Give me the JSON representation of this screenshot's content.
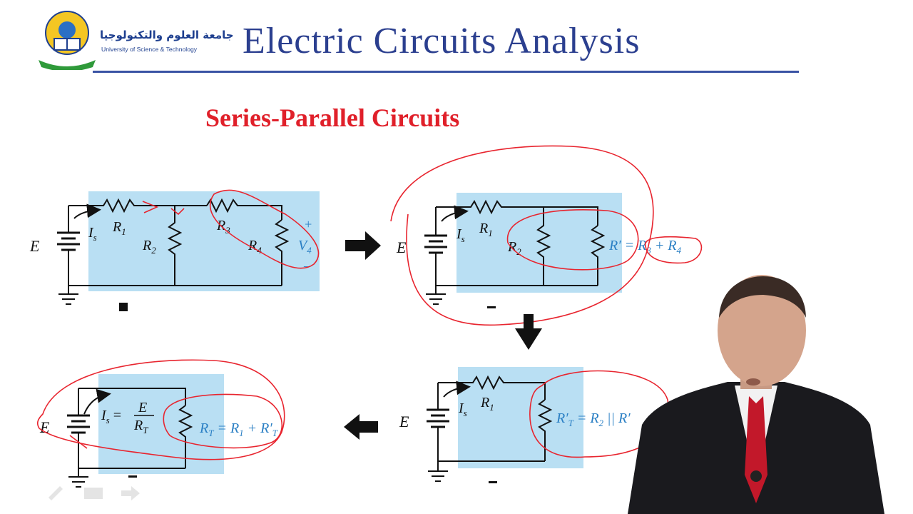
{
  "slide": {
    "title": "Electric Circuits Analysis",
    "subtitle": "Series-Parallel Circuits"
  },
  "university": {
    "name_ar": "جامعة العلوم والتكنولوجيا",
    "name_en": "University of Science & Technology"
  },
  "circuit1": {
    "E": "E",
    "Is": "I",
    "Is_sub": "s",
    "R1": "R",
    "R1_sub": "1",
    "R2": "R",
    "R2_sub": "2",
    "R3": "R",
    "R3_sub": "3",
    "R4": "R",
    "R4_sub": "4",
    "V4": "V",
    "V4_sub": "4",
    "plus": "+",
    "minus": "–"
  },
  "circuit2": {
    "E": "E",
    "Is": "I",
    "Is_sub": "s",
    "R1": "R",
    "R1_sub": "1",
    "R2": "R",
    "R2_sub": "2",
    "Rp_eq": "R′ = R",
    "Rp_eq_sub1": "3",
    "Rp_eq_mid": " + R",
    "Rp_eq_sub2": "4"
  },
  "circuit3": {
    "E": "E",
    "Is": "I",
    "Is_sub": "s",
    "R1": "R",
    "R1_sub": "1",
    "Rt_eq": "R′",
    "Rt_eq_sub": "T",
    "Rt_eq_mid": " = R",
    "Rt_eq_sub2": "2",
    "Rt_eq_end": " || R′"
  },
  "circuit4": {
    "E": "E",
    "Is": "I",
    "Is_sub": "s",
    "Is_eq": " = ",
    "frac_num": "E",
    "frac_den": "R",
    "frac_den_sub": "T",
    "Rt": "R",
    "Rt_sub": "T",
    "Rt_mid": " = R",
    "Rt_sub2": "1",
    "Rt_end": " + R′",
    "Rt_sub3": "T"
  },
  "colors": {
    "title": "#2b3f8f",
    "subtitle": "#e0202a",
    "panel": "#b9dff3",
    "annotation": "#e8252f",
    "highlight_text": "#2a7fc4"
  }
}
